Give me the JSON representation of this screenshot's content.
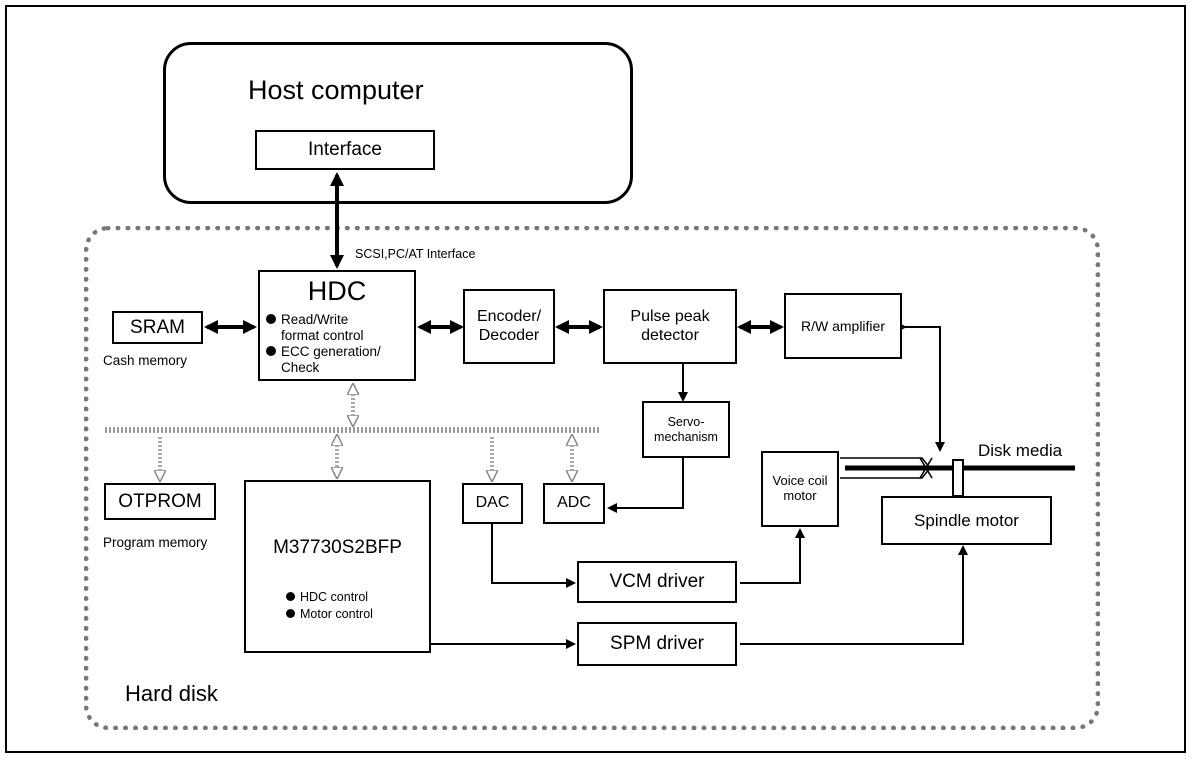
{
  "host": {
    "title": "Host computer",
    "interface": "Interface"
  },
  "bus_label": "SCSI,PC/AT Interface",
  "hdc": {
    "title": "HDC",
    "item1_line1": "Read/Write",
    "item1_line2": "format control",
    "item2_line1": "ECC generation/",
    "item2_line2": "Check"
  },
  "sram": {
    "label": "SRAM",
    "caption": "Cash memory"
  },
  "otprom": {
    "label": "OTPROM",
    "caption": "Program memory"
  },
  "encoder": {
    "line1": "Encoder/",
    "line2": "Decoder"
  },
  "pulse": {
    "line1": "Pulse peak",
    "line2": "detector"
  },
  "rw_amp": "R/W amplifier",
  "servo": {
    "line1": "Servo-",
    "line2": "mechanism"
  },
  "dac": "DAC",
  "adc": "ADC",
  "mcu": {
    "name": "M37730S2BFP",
    "item1": "HDC control",
    "item2": "Motor control"
  },
  "vcm_driver": "VCM driver",
  "spm_driver": "SPM driver",
  "voice_coil": {
    "line1": "Voice coil",
    "line2": "motor"
  },
  "spindle": "Spindle motor",
  "disk_media": "Disk media",
  "hard_disk": "Hard disk"
}
